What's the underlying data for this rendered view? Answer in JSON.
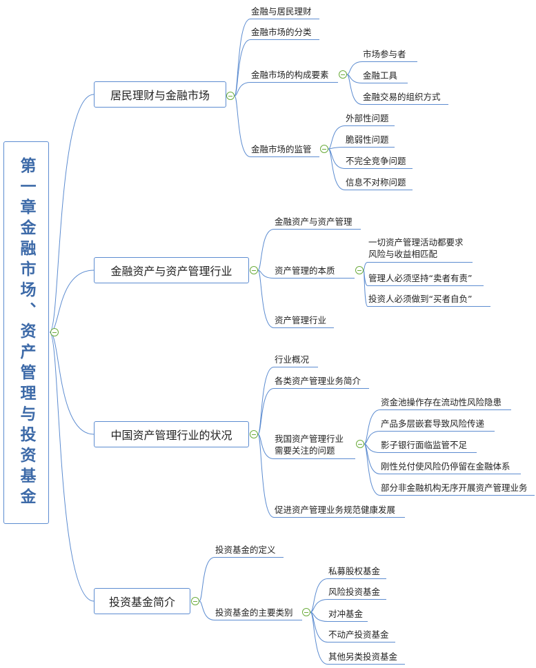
{
  "root": {
    "title": "第一章金融市场、资产管理与投资基金"
  },
  "branches": [
    {
      "label": "居民理财与金融市场",
      "children": [
        {
          "label": "金融与居民理财"
        },
        {
          "label": "金融市场的分类"
        },
        {
          "label": "金融市场的构成要素",
          "children": [
            "市场参与者",
            "金融工具",
            "金融交易的组织方式"
          ]
        },
        {
          "label": "金融市场的监管",
          "children": [
            "外部性问题",
            "脆弱性问题",
            "不完全竞争问题",
            "信息不对称问题"
          ]
        }
      ]
    },
    {
      "label": "金融资产与资产管理行业",
      "children": [
        {
          "label": "金融资产与资产管理"
        },
        {
          "label": "资产管理的本质",
          "children": [
            "一切资产管理活动都要求\n风险与收益相匹配",
            "管理人必须坚持“卖者有责”",
            "投资人必须做到“买者自负”"
          ]
        },
        {
          "label": "资产管理行业"
        }
      ]
    },
    {
      "label": "中国资产管理行业的状况",
      "children": [
        {
          "label": "行业概况"
        },
        {
          "label": "各类资产管理业务简介"
        },
        {
          "label": "我国资产管理行业\n需要关注的问题",
          "children": [
            "资金池操作存在流动性风险隐患",
            "产品多层嵌套导致风险传递",
            "影子银行面临监管不足",
            "刚性兑付使风险仍停留在金融体系",
            "部分非金融机构无序开展资产管理业务"
          ]
        },
        {
          "label": "促进资产管理业务规范健康发展"
        }
      ]
    },
    {
      "label": "投资基金简介",
      "children": [
        {
          "label": "投资基金的定义"
        },
        {
          "label": "投资基金的主要类别",
          "children": [
            "私募股权基金",
            "风险投资基金",
            "对冲基金",
            "不动产投资基金",
            "其他另类投资基金"
          ]
        }
      ]
    }
  ],
  "colors": {
    "line": "#5b8bd0",
    "root_text": "#3d6aa8",
    "collapse": "#6aab3a"
  }
}
